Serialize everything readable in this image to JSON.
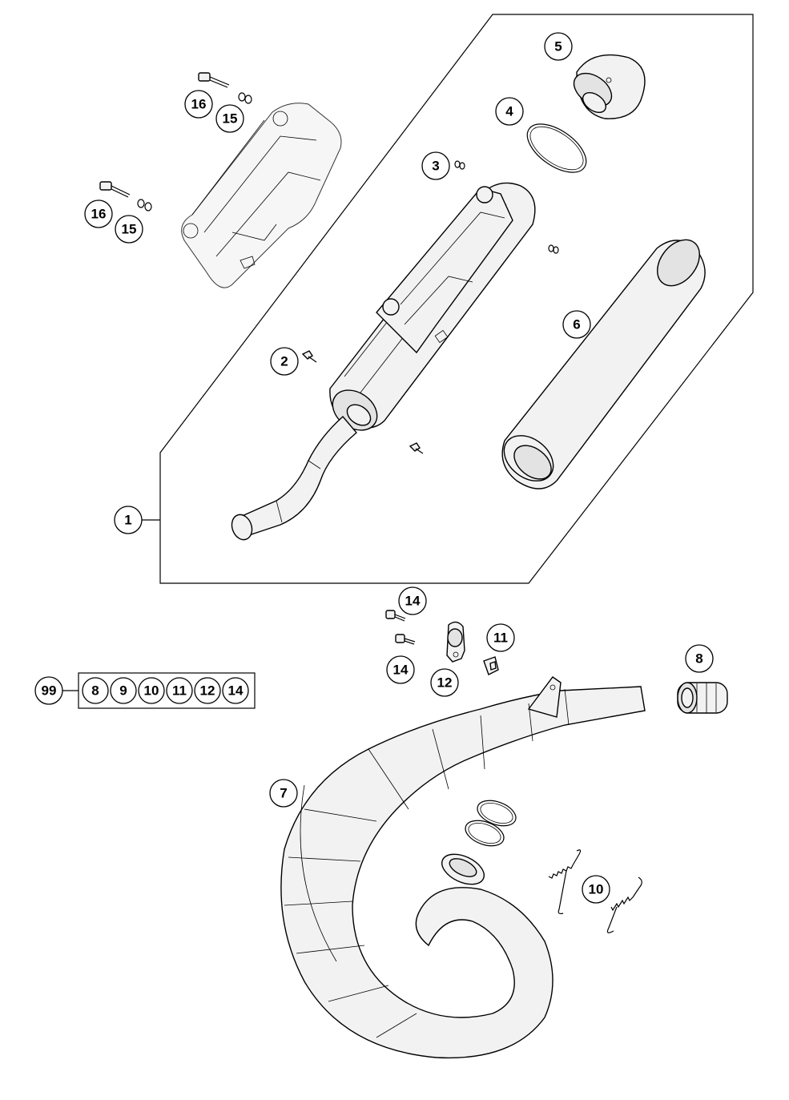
{
  "callouts": [
    {
      "text": "1"
    },
    {
      "text": "2"
    },
    {
      "text": "3"
    },
    {
      "text": "4"
    },
    {
      "text": "5"
    },
    {
      "text": "6"
    },
    {
      "text": "7"
    },
    {
      "text": "8"
    },
    {
      "text": "10"
    },
    {
      "text": "11"
    },
    {
      "text": "12"
    },
    {
      "text": "14"
    },
    {
      "text": "14"
    },
    {
      "text": "16"
    },
    {
      "text": "15"
    },
    {
      "text": "16"
    },
    {
      "text": "15"
    }
  ],
  "kit": {
    "label": "99",
    "items": [
      "8",
      "9",
      "10",
      "11",
      "12",
      "14"
    ]
  }
}
